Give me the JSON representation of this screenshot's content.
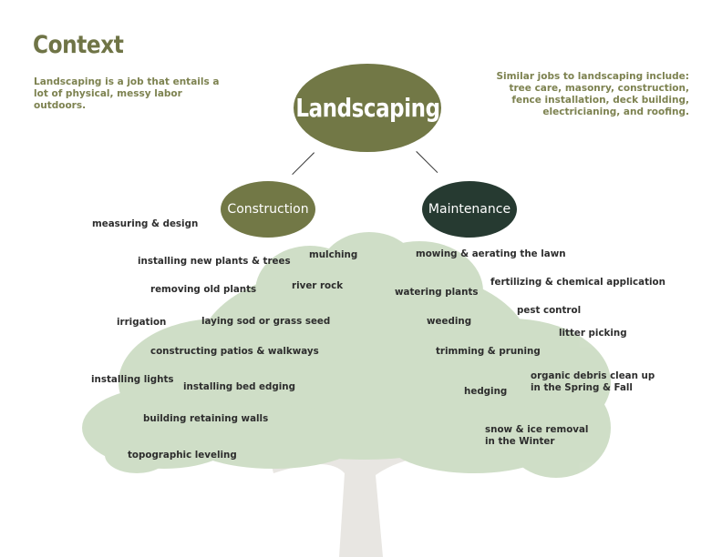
{
  "title": "Context",
  "intro": "Landscaping is a job that entails a lot of physical, messy labor outdoors.",
  "similar": [
    "Similar jobs to landscaping include:",
    "tree care, masonry, construction,",
    "fence installation, deck building,",
    "electricianing, and roofing."
  ],
  "root": "Landscaping",
  "branches": {
    "construction": "Construction",
    "maintenance": "Maintenance"
  },
  "construction_tasks": {
    "measuring": "measuring & design",
    "installing_plants": "installing new plants & trees",
    "mulching": "mulching",
    "removing_plants": "removing old plants",
    "river_rock": "river rock",
    "irrigation": "irrigation",
    "sod": "laying sod or grass seed",
    "patios": "constructing patios & walkways",
    "lights": "installing lights",
    "bed_edging": "installing bed edging",
    "retaining_walls": "building retaining walls",
    "leveling": "topographic leveling"
  },
  "maintenance_tasks": {
    "mowing": "mowing & aerating the lawn",
    "fertilizing": "fertilizing & chemical application",
    "watering": "watering plants",
    "pest": "pest control",
    "weeding": "weeding",
    "litter": "litter picking",
    "trimming": "trimming & pruning",
    "debris": [
      "organic debris clean up",
      "in the Spring & Fall"
    ],
    "hedging": "hedging",
    "snow": [
      "snow & ice removal",
      "in the Winter"
    ]
  },
  "colors": {
    "olive": "#727846",
    "dark_green": "#263a31",
    "text_olive": "#7d8250",
    "tree": "#a9c49a"
  }
}
